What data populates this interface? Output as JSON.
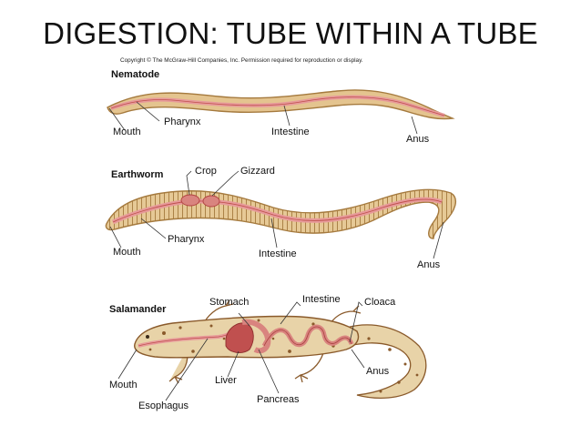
{
  "slide": {
    "title": "DIGESTION: TUBE WITHIN A TUBE",
    "copyright": "Copyright © The McGraw-Hill Companies, Inc. Permission required for reproduction or display."
  },
  "nematode": {
    "heading": "Nematode",
    "labels": {
      "mouth": "Mouth",
      "pharynx": "Pharynx",
      "intestine": "Intestine",
      "anus": "Anus"
    }
  },
  "earthworm": {
    "heading": "Earthworm",
    "labels": {
      "crop": "Crop",
      "gizzard": "Gizzard",
      "pharynx": "Pharynx",
      "mouth": "Mouth",
      "intestine": "Intestine",
      "anus": "Anus"
    }
  },
  "salamander": {
    "heading": "Salamander",
    "labels": {
      "stomach": "Stomach",
      "intestine": "Intestine",
      "cloaca": "Cloaca",
      "mouth": "Mouth",
      "liver": "Liver",
      "anus": "Anus",
      "esophagus": "Esophagus",
      "pancreas": "Pancreas"
    }
  },
  "colors": {
    "body_tan": "#e4c48f",
    "body_outline": "#a57a3e",
    "gut_pink": "#e79a9a",
    "gut_red": "#c0504f",
    "spot_brown": "#8a5a2b"
  }
}
